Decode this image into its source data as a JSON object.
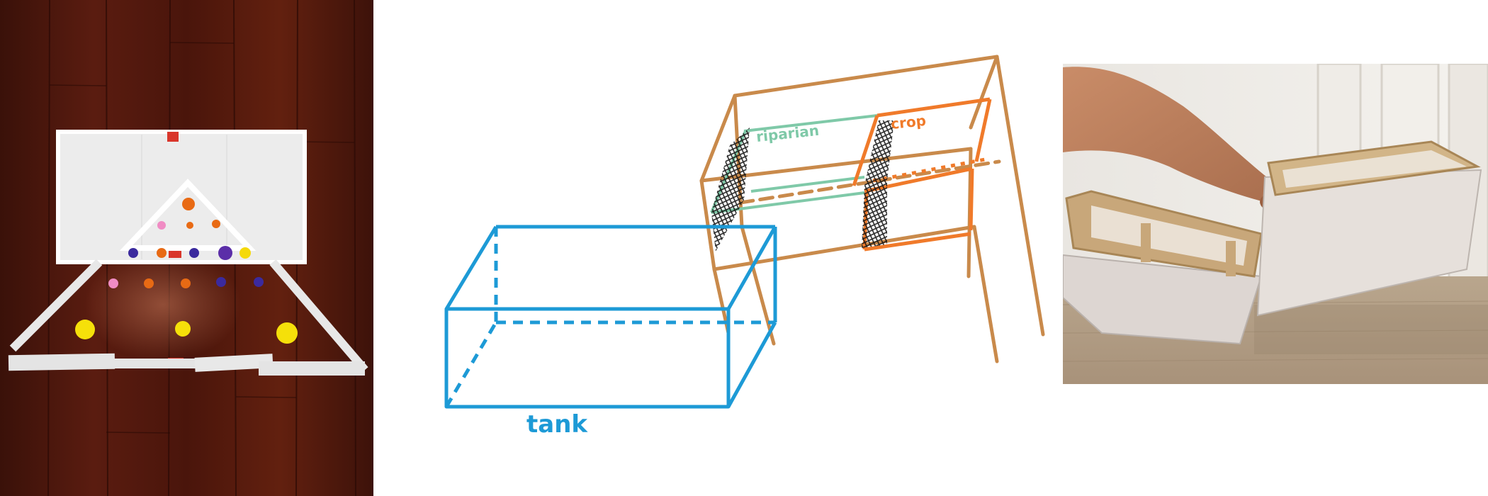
{
  "figure": {
    "panels": [
      {
        "name": "floor-layout-photo",
        "kind": "photo"
      },
      {
        "name": "enclosure-sketch",
        "kind": "diagram"
      },
      {
        "name": "wooden-box-photo",
        "kind": "photo"
      }
    ]
  },
  "sketch": {
    "labels": {
      "riparian": "riparian",
      "crop": "crop",
      "tank": "tank"
    },
    "colors": {
      "tank": "#1d9ad6",
      "frame": "#c98a4b",
      "riparian": "#7fc9a8",
      "crop": "#f07a2a",
      "mesh": "#111111"
    }
  }
}
